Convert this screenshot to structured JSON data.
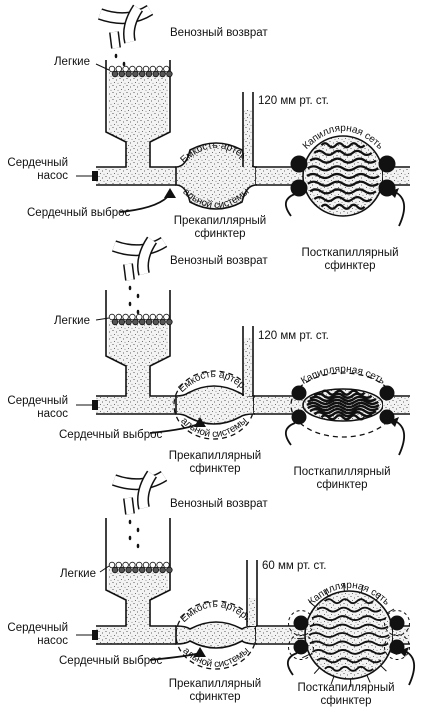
{
  "panels": [
    {
      "venous": "Венозный возврат",
      "lungs": "Легкие",
      "pump_line1": "Сердечный",
      "pump_line2": "насос",
      "output": "Сердечный выброс",
      "pressure": "120 мм рт. ст.",
      "arterial_top": "Емкость артери",
      "arterial_bottom": "альной системы",
      "capillary": "Капиллярная сеть",
      "pre_line1": "Прекапиллярный",
      "pre_line2": "сфинктер",
      "post_line1": "Посткапиллярный",
      "post_line2": "сфинктер"
    },
    {
      "venous": "Венозный возврат",
      "lungs": "Легкие",
      "pump_line1": "Сердечный",
      "pump_line2": "насос",
      "output": "Сердечный выброс",
      "pressure": "120 мм рт. ст.",
      "arterial_top": "Емкость артери",
      "arterial_bottom": "альной системы",
      "capillary": "Капиллярная сеть",
      "pre_line1": "Прекапиллярный",
      "pre_line2": "сфинктер",
      "post_line1": "Посткапиллярный",
      "post_line2": "сфинктер"
    },
    {
      "venous": "Венозный возврат",
      "lungs": "Легкие",
      "pump_line1": "Сердечный",
      "pump_line2": "насос",
      "output": "Сердечный выброс",
      "pressure": "60 мм рт. ст.",
      "arterial_top": "Емкость артери",
      "arterial_bottom": "альной системы",
      "capillary": "Капиллярная сеть",
      "pre_line1": "Прекапиллярный",
      "pre_line2": "сфинктер",
      "post_line1": "Посткапиллярный",
      "post_line2": "сфинктер"
    }
  ]
}
